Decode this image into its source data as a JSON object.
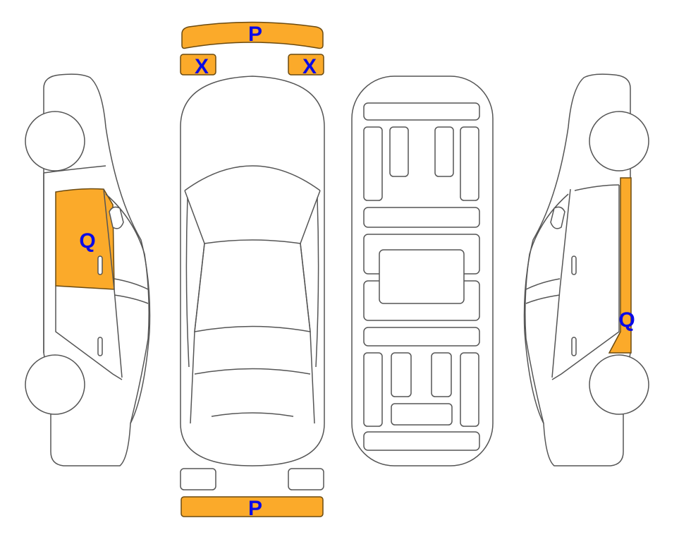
{
  "colors": {
    "damage_fill": "#FBAA2A",
    "label": "#0A0AE6",
    "outline": "#555555"
  },
  "panels": [
    {
      "id": "front-bumper",
      "label": "P",
      "damaged": true
    },
    {
      "id": "front-left-light",
      "label": "X",
      "damaged": true
    },
    {
      "id": "front-right-light",
      "label": "X",
      "damaged": true
    },
    {
      "id": "left-front-door",
      "label": "Q",
      "damaged": true
    },
    {
      "id": "right-pillar",
      "label": "Q",
      "damaged": true
    },
    {
      "id": "rear-bumper",
      "label": "P",
      "damaged": true
    },
    {
      "id": "rear-left-light",
      "label": "",
      "damaged": false
    },
    {
      "id": "rear-right-light",
      "label": "",
      "damaged": false
    }
  ]
}
